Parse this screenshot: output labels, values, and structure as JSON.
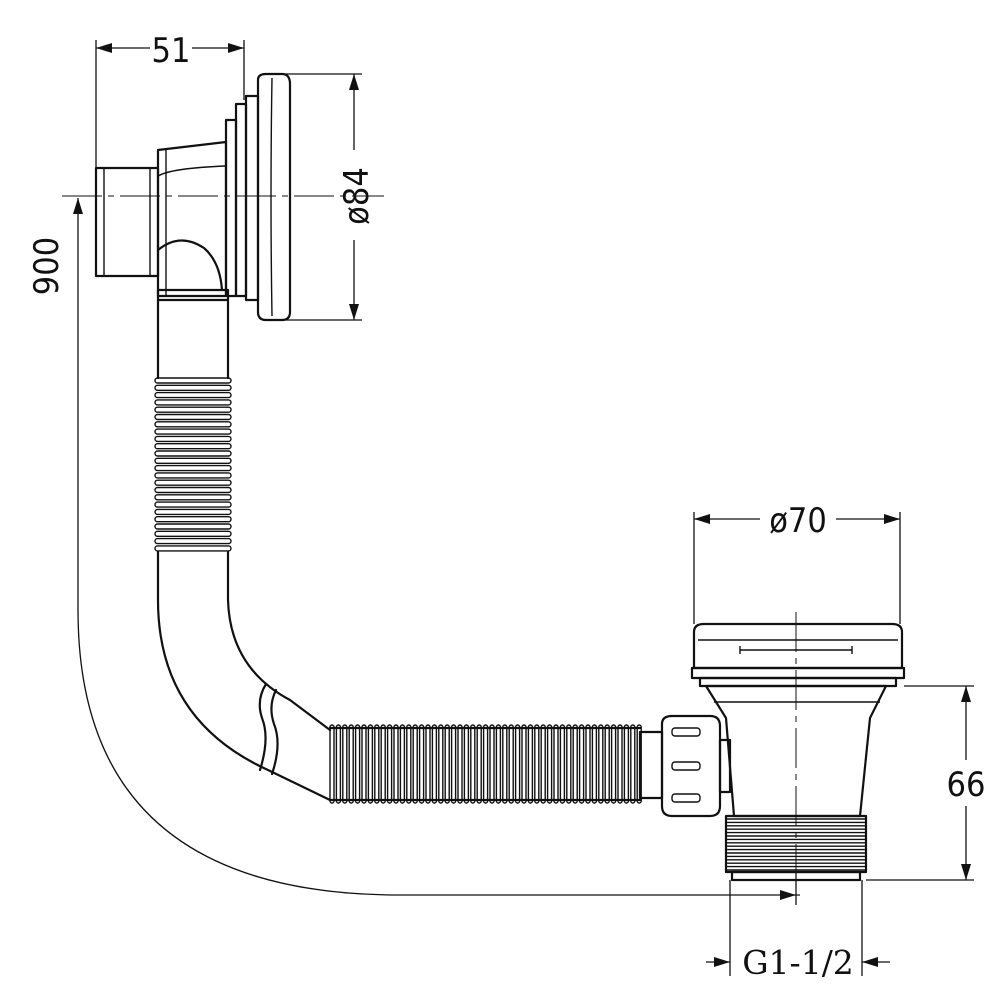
{
  "dimensions": {
    "escutcheon_offset": "51",
    "overflow_diameter": "ø84",
    "total_length": "900",
    "waste_diameter": "ø70",
    "waste_height": "66",
    "thread": "G1-1/2"
  },
  "colors": {
    "line": "#111111",
    "background": "#ffffff"
  }
}
